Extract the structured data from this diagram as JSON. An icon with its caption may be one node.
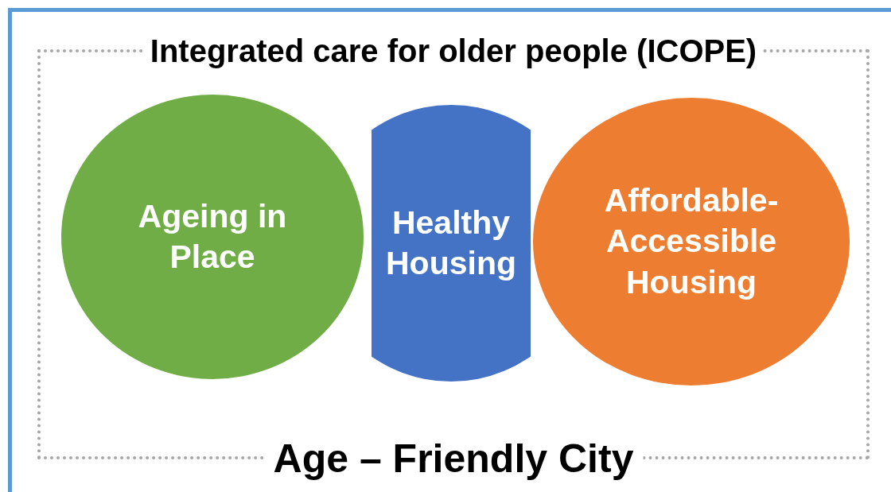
{
  "diagram": {
    "nodes": [
      {
        "text": [
          "Integrated care for older people (ICOPE)",
          "Age – Friendly City"
        ]
      },
      {
        "text": [
          "Ageing in Place"
        ],
        "in": 0
      },
      {
        "text": [
          "Healthy Housing"
        ],
        "in": 0
      },
      {
        "text": [
          "Affordable- Accessible Housing"
        ],
        "in": 0
      }
    ]
  }
}
